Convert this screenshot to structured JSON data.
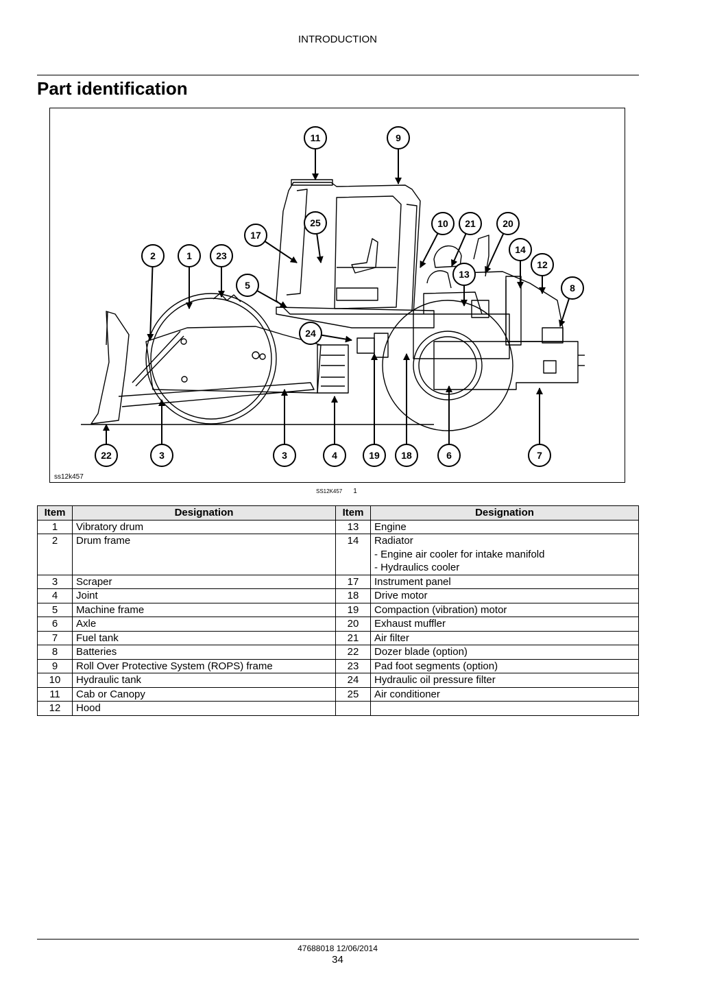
{
  "header": {
    "section": "INTRODUCTION"
  },
  "page_title": "Part identification",
  "figure": {
    "image_tag": "ss12k457",
    "reference_code": "SS12K457",
    "reference_number": "1",
    "callouts": [
      {
        "num": "11"
      },
      {
        "num": "9"
      },
      {
        "num": "25"
      },
      {
        "num": "17"
      },
      {
        "num": "10"
      },
      {
        "num": "21"
      },
      {
        "num": "20"
      },
      {
        "num": "14"
      },
      {
        "num": "12"
      },
      {
        "num": "8"
      },
      {
        "num": "2"
      },
      {
        "num": "1"
      },
      {
        "num": "23"
      },
      {
        "num": "5"
      },
      {
        "num": "13"
      },
      {
        "num": "24"
      },
      {
        "num": "22"
      },
      {
        "num": "3"
      },
      {
        "num": "3"
      },
      {
        "num": "4"
      },
      {
        "num": "19"
      },
      {
        "num": "18"
      },
      {
        "num": "6"
      },
      {
        "num": "7"
      }
    ]
  },
  "table": {
    "headers": [
      "Item",
      "Designation",
      "Item",
      "Designation"
    ],
    "rows": [
      {
        "item_a": "1",
        "desc_a": [
          "Vibratory drum"
        ],
        "item_b": "13",
        "desc_b": [
          "Engine"
        ]
      },
      {
        "item_a": "2",
        "desc_a": [
          "Drum frame"
        ],
        "item_b": "14",
        "desc_b": [
          "Radiator",
          "- Engine air cooler for intake manifold",
          "- Hydraulics cooler"
        ]
      },
      {
        "item_a": "3",
        "desc_a": [
          "Scraper"
        ],
        "item_b": "17",
        "desc_b": [
          "Instrument panel"
        ]
      },
      {
        "item_a": "4",
        "desc_a": [
          "Joint"
        ],
        "item_b": "18",
        "desc_b": [
          "Drive motor"
        ]
      },
      {
        "item_a": "5",
        "desc_a": [
          "Machine frame"
        ],
        "item_b": "19",
        "desc_b": [
          "Compaction (vibration) motor"
        ]
      },
      {
        "item_a": "6",
        "desc_a": [
          "Axle"
        ],
        "item_b": "20",
        "desc_b": [
          "Exhaust muffler"
        ]
      },
      {
        "item_a": "7",
        "desc_a": [
          "Fuel tank"
        ],
        "item_b": "21",
        "desc_b": [
          "Air filter"
        ]
      },
      {
        "item_a": "8",
        "desc_a": [
          "Batteries"
        ],
        "item_b": "22",
        "desc_b": [
          "Dozer blade (option)"
        ]
      },
      {
        "item_a": "9",
        "desc_a": [
          "Roll Over Protective System (ROPS) frame"
        ],
        "item_b": "23",
        "desc_b": [
          "Pad foot segments (option)"
        ]
      },
      {
        "item_a": "10",
        "desc_a": [
          "Hydraulic tank"
        ],
        "item_b": "24",
        "desc_b": [
          "Hydraulic oil pressure filter"
        ]
      },
      {
        "item_a": "11",
        "desc_a": [
          "Cab or Canopy"
        ],
        "item_b": "25",
        "desc_b": [
          "Air conditioner"
        ]
      },
      {
        "item_a": "12",
        "desc_a": [
          "Hood"
        ],
        "item_b": "",
        "desc_b": [
          ""
        ]
      }
    ]
  },
  "footer": {
    "doc_code": "47688018 12/06/2014",
    "page_number": "34"
  }
}
